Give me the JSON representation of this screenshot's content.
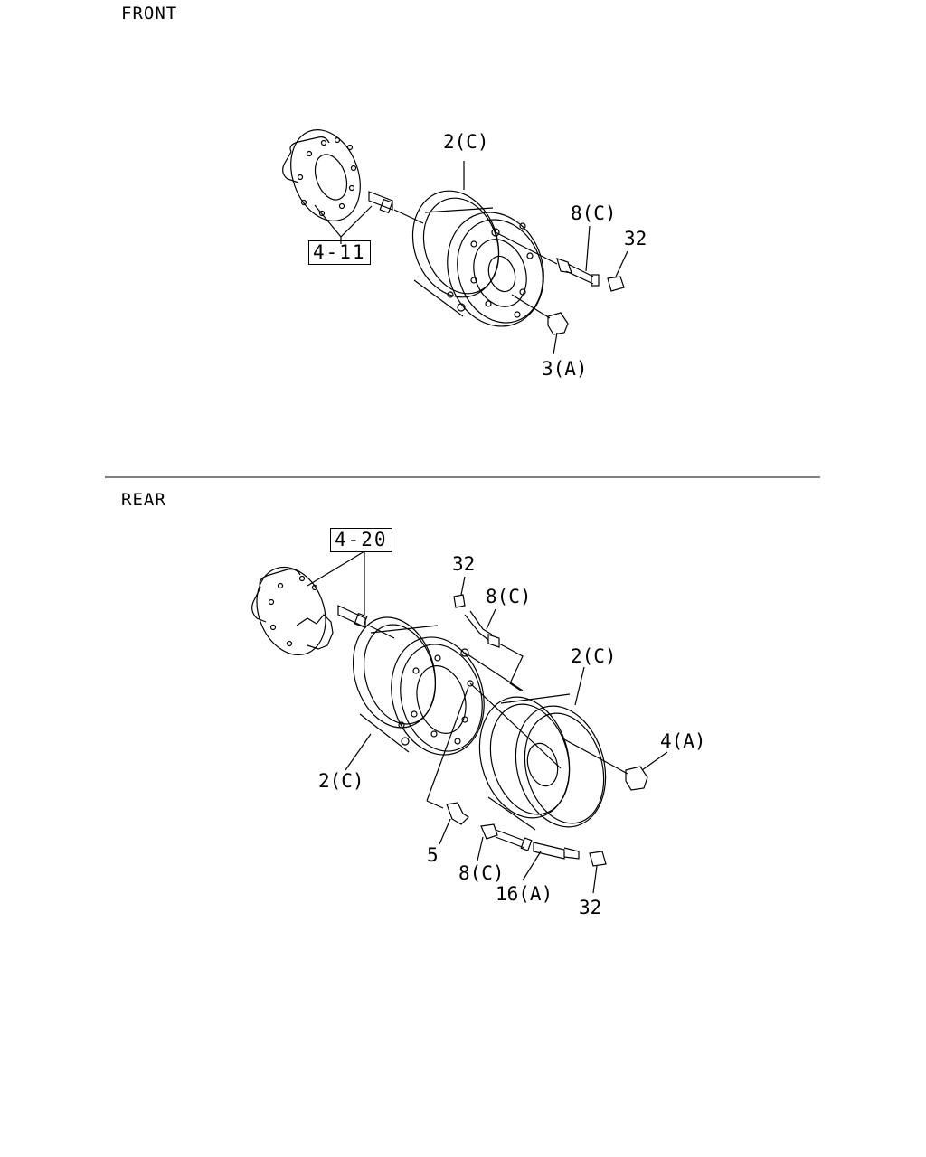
{
  "front": {
    "title": "FRONT",
    "ref_box": "4-11",
    "callouts": {
      "rim": "2(C)",
      "valve": "8(C)",
      "cap": "32",
      "nut": "3(A)"
    }
  },
  "rear": {
    "title": "REAR",
    "ref_box": "4-20",
    "callouts": {
      "cap_top": "32",
      "valve_top": "8(C)",
      "rim_outer": "2(C)",
      "nut": "4(A)",
      "rim_inner": "2(C)",
      "valve_base": "5",
      "valve_bottom": "8(C)",
      "extension": "16(A)",
      "cap_bottom": "32"
    }
  }
}
